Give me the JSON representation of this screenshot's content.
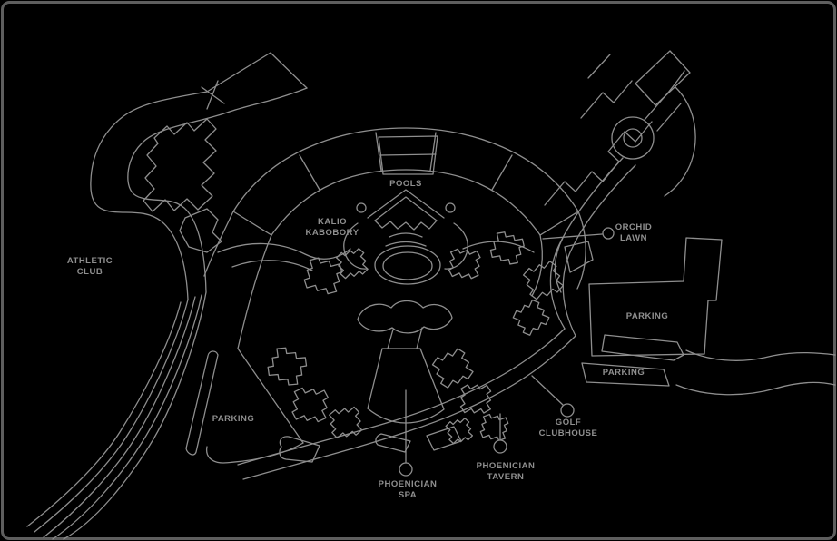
{
  "map": {
    "type": "resort-site-plan",
    "colors": {
      "background": "#000000",
      "line": "#8e8e8e",
      "label_text": "#8f8f8f",
      "border": "#606060",
      "marker_fill": "#000000"
    },
    "icons": {
      "location_marker": "circle-outline"
    },
    "labels": {
      "athletic_club": {
        "line1": "ATHLETIC",
        "line2": "CLUB"
      },
      "kalio_kabobory": {
        "line1": "KALIO",
        "line2": "KABOBORY"
      },
      "pools": {
        "line1": "POOLS"
      },
      "orchid_lawn": {
        "line1": "ORCHID",
        "line2": "LAWN"
      },
      "parking_structure": {
        "line1": "PARKING"
      },
      "parking_east_lot": {
        "line1": "PARKING"
      },
      "parking_west_lot": {
        "line1": "PARKING"
      },
      "golf_clubhouse": {
        "line1": "GOLF",
        "line2": "CLUBHOUSE"
      },
      "phoenician_spa": {
        "line1": "PHOENICIAN",
        "line2": "SPA"
      },
      "phoenician_tavern": {
        "line1": "PHOENICIAN",
        "line2": "TAVERN"
      }
    }
  }
}
